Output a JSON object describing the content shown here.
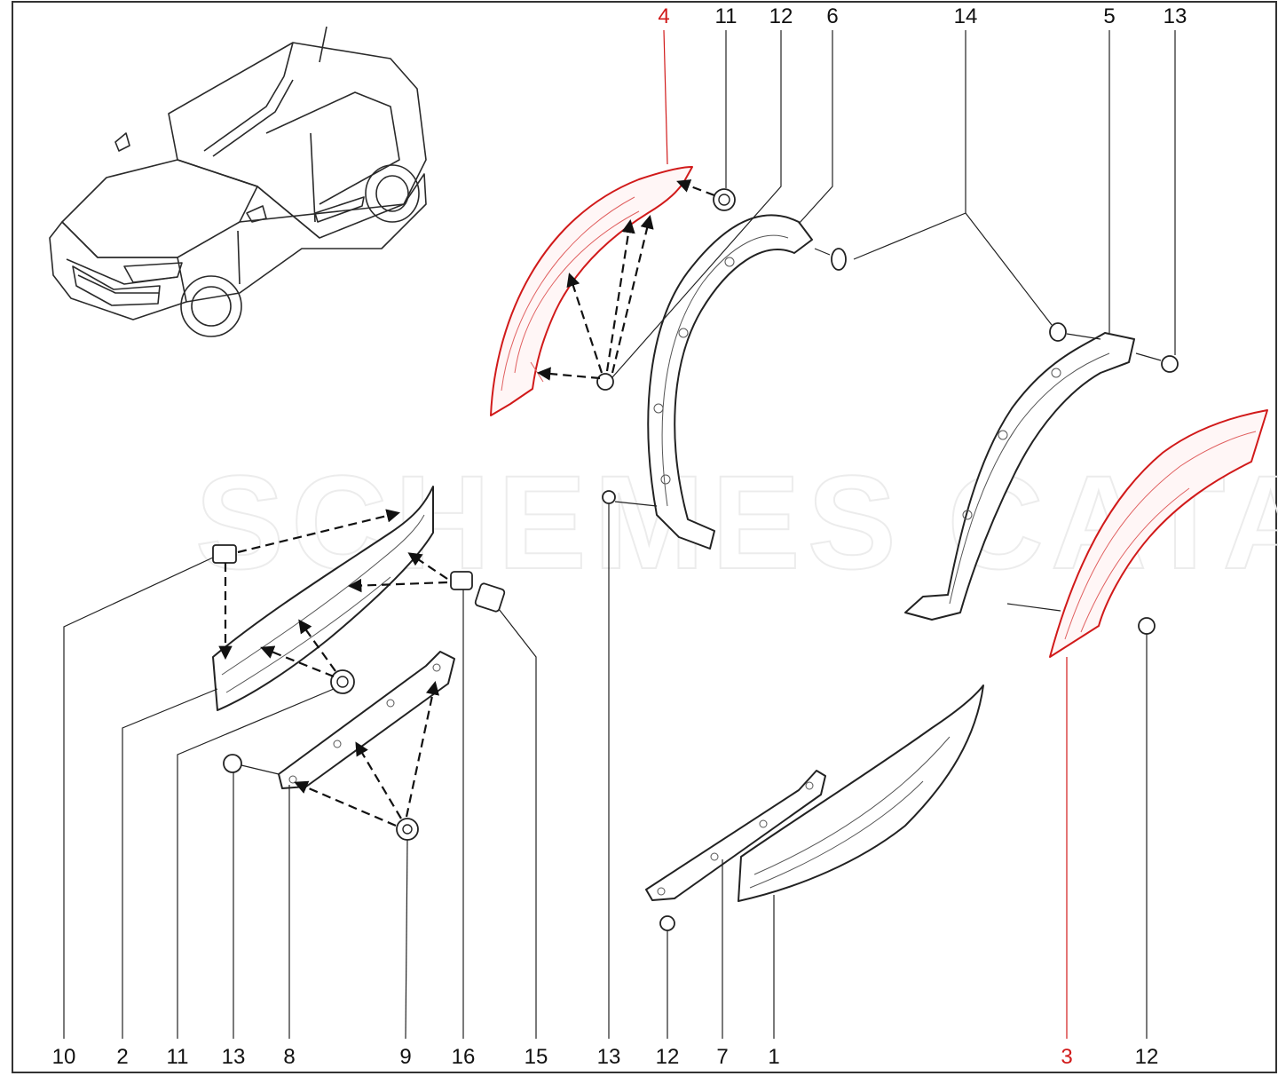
{
  "colors": {
    "highlight": "#d11a1a",
    "line": "#222222",
    "background": "#ffffff"
  },
  "highlighted_parts": [
    "3",
    "4"
  ],
  "labels": {
    "top": [
      "4",
      "11",
      "12",
      "6",
      "14",
      "5",
      "13"
    ],
    "bottom": [
      "10",
      "2",
      "11",
      "13",
      "8",
      "9",
      "16",
      "15",
      "13",
      "12",
      "7",
      "1",
      "3",
      "12"
    ]
  },
  "car_callout": "vehicle-overview",
  "watermark_text": "SCHEMES CATALOG"
}
